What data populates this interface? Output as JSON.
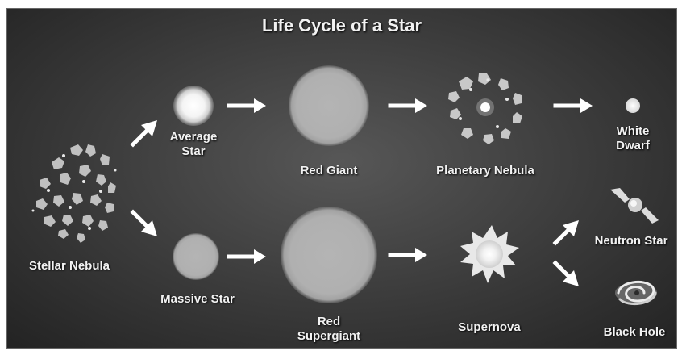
{
  "title": "Life Cycle of a Star",
  "stages": {
    "stellar_nebula": "Stellar Nebula",
    "average_star": "Average\nStar",
    "red_giant": "Red Giant",
    "planetary_nebula": "Planetary Nebula",
    "white_dwarf": "White\nDwarf",
    "massive_star": "Massive Star",
    "red_supergiant": "Red\nSupergiant",
    "supernova": "Supernova",
    "neutron_star": "Neutron Star",
    "black_hole": "Black Hole"
  },
  "colors": {
    "background": "#3a3a3a",
    "text": "#f2f2f2",
    "star": "#b8b8b8",
    "arrow": "#ffffff"
  },
  "icons": [
    "arrow-icon",
    "nebula-icon",
    "star-icon",
    "supernova-icon",
    "neutron-star-icon",
    "black-hole-icon"
  ]
}
